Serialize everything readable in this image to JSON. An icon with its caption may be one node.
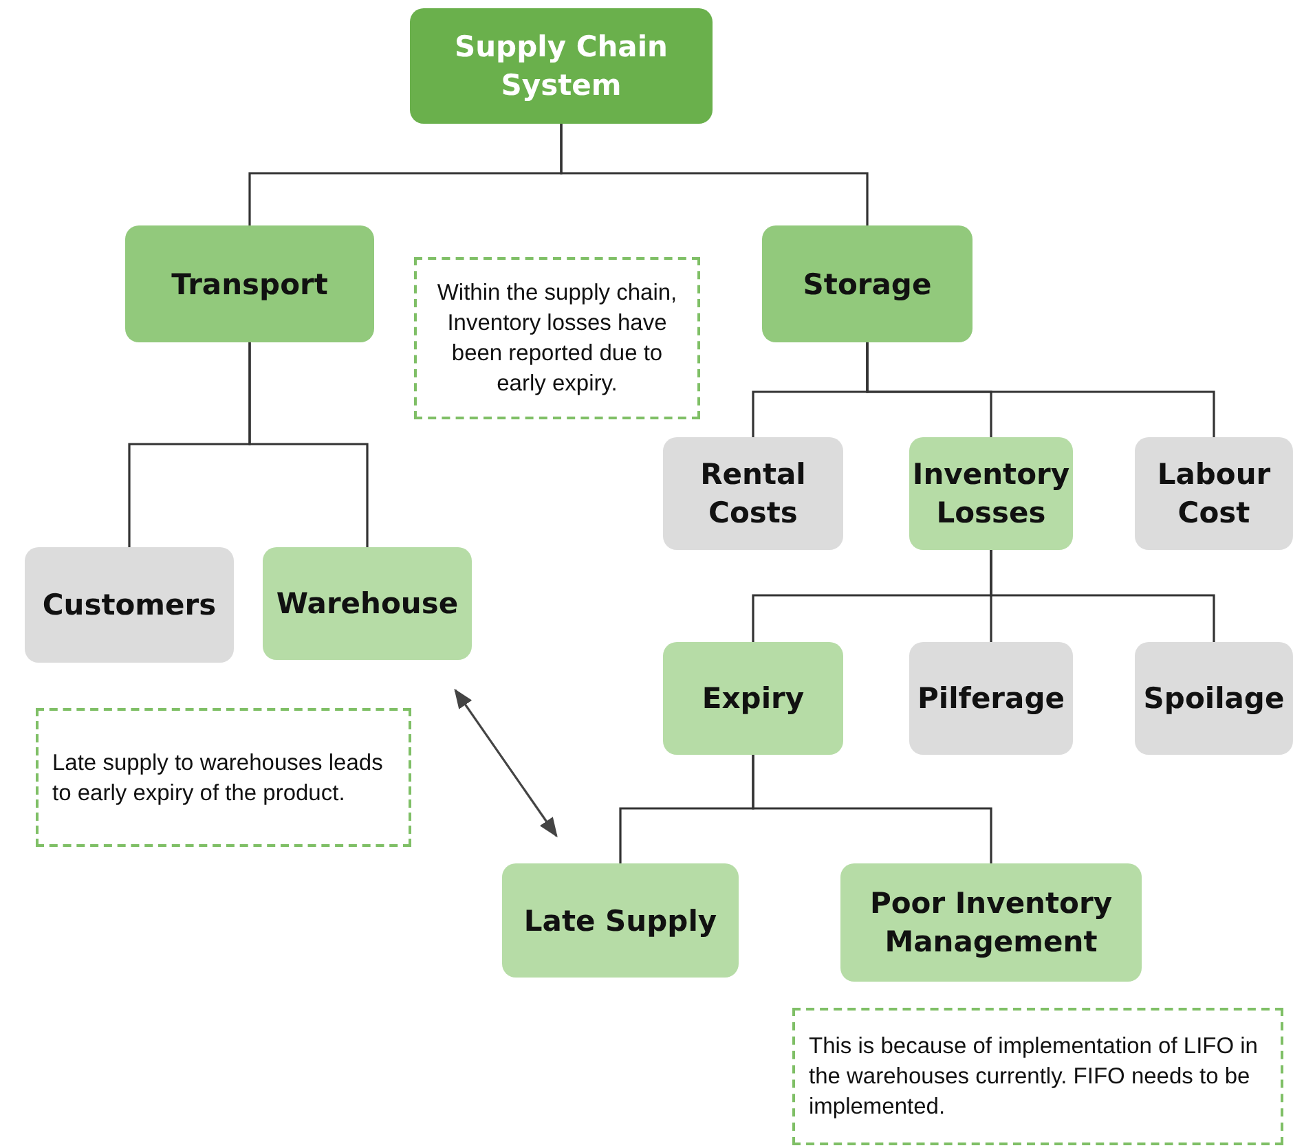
{
  "diagram": {
    "nodes": [
      {
        "text": [
          "Supply Chain System"
        ]
      },
      {
        "text": [
          "Transport"
        ]
      },
      {
        "text": [
          "Storage"
        ]
      },
      {
        "text": [
          "Within the supply chain, Inventory losses have been reported due to early expiry."
        ]
      },
      {
        "text": [
          "Rental Costs"
        ]
      },
      {
        "text": [
          "Inventory Losses"
        ]
      },
      {
        "text": [
          "Labour Cost"
        ]
      },
      {
        "text": [
          "Customers"
        ]
      },
      {
        "text": [
          "Warehouse"
        ]
      },
      {
        "text": [
          "Expiry"
        ]
      },
      {
        "text": [
          "Pilferage"
        ]
      },
      {
        "text": [
          "Spoilage"
        ]
      },
      {
        "text": [
          "Late supply to warehouses leads to early expiry of the product."
        ]
      },
      {
        "text": [
          "Late Supply"
        ]
      },
      {
        "text": [
          "Poor Inventory Management"
        ]
      },
      {
        "text": [
          "This is because of implementation of LIFO in the warehouses currently. FIFO needs to be implemented."
        ]
      }
    ],
    "edges": [
      {
        "from": 0,
        "to": 1,
        "arrow": "none"
      },
      {
        "from": 0,
        "to": 2,
        "arrow": "none"
      },
      {
        "from": 1,
        "to": 7,
        "arrow": "none"
      },
      {
        "from": 1,
        "to": 8,
        "arrow": "none"
      },
      {
        "from": 2,
        "to": 4,
        "arrow": "none"
      },
      {
        "from": 2,
        "to": 5,
        "arrow": "none"
      },
      {
        "from": 2,
        "to": 6,
        "arrow": "none"
      },
      {
        "from": 5,
        "to": 9,
        "arrow": "none"
      },
      {
        "from": 5,
        "to": 10,
        "arrow": "none"
      },
      {
        "from": 5,
        "to": 11,
        "arrow": "none"
      },
      {
        "from": 9,
        "to": 13,
        "arrow": "none"
      },
      {
        "from": 9,
        "to": 14,
        "arrow": "none"
      },
      {
        "from": 8,
        "to": 13,
        "arrow": "both"
      }
    ]
  }
}
